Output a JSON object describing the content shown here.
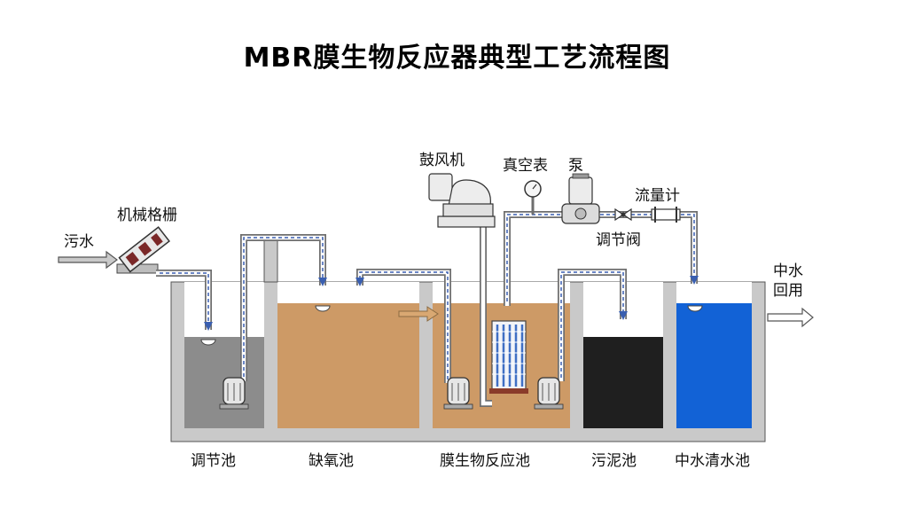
{
  "title": "MBR膜生物反应器典型工艺流程图",
  "labels": {
    "sewage": "污水",
    "screen": "机械格栅",
    "blower": "鼓风机",
    "vacuum_gauge": "真空表",
    "pump": "泵",
    "flowmeter": "流量计",
    "valve": "调节阀",
    "reuse_line1": "中水",
    "reuse_line2": "回用"
  },
  "tanks": [
    {
      "name": "调节池",
      "color": "#8c8c8c"
    },
    {
      "name": "缺氧池",
      "color": "#cd9a66"
    },
    {
      "name": "膜生物反应池",
      "color": "#cd9a66"
    },
    {
      "name": "污泥池",
      "color": "#1f1f1f"
    },
    {
      "name": "中水清水池",
      "color": "#1262d6"
    }
  ],
  "colors": {
    "wall": "#c9c9c9",
    "wall_edge": "#555555",
    "pipe": "#6e6e6e",
    "flow": "#3a5fb0"
  }
}
